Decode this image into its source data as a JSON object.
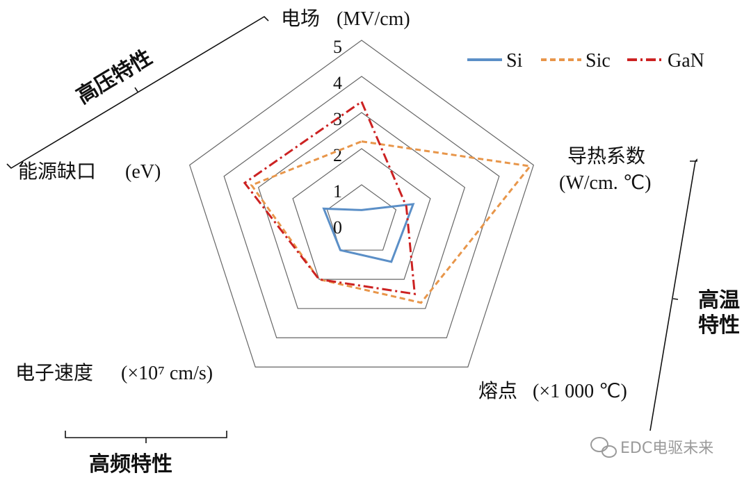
{
  "chart_data": {
    "type": "radar",
    "axes": [
      {
        "label": "电场",
        "unit": "(MV/cm)"
      },
      {
        "label": "导热系数",
        "unit": "(W/cm. ℃)"
      },
      {
        "label": "熔点",
        "unit": "(×1 000 ℃)"
      },
      {
        "label": "电子速度",
        "unit": "(×10⁷ cm/s)"
      },
      {
        "label": "能源缺口",
        "unit": "(eV)"
      }
    ],
    "range": [
      0,
      5
    ],
    "ticks": [
      "0",
      "1",
      "2",
      "3",
      "4",
      "5"
    ],
    "series": [
      {
        "name": "Si",
        "values": [
          0.3,
          1.5,
          1.4,
          1.0,
          1.1
        ],
        "color": "#5b8fc7",
        "dash": "solid"
      },
      {
        "name": "Sic",
        "values": [
          2.2,
          4.9,
          2.8,
          2.0,
          3.2
        ],
        "color": "#e8964a",
        "dash": "dashed"
      },
      {
        "name": "GaN",
        "values": [
          3.3,
          1.3,
          2.5,
          2.0,
          3.4
        ],
        "color": "#cc2222",
        "dash": "dash-dot"
      }
    ],
    "groups": [
      {
        "label": "高压特性"
      },
      {
        "label": "高温特性",
        "lines": [
          "高温",
          "特性"
        ]
      },
      {
        "label": "高频特性"
      }
    ],
    "legend_position": "top-right",
    "grid": true
  },
  "watermark": "EDC电驱未来"
}
